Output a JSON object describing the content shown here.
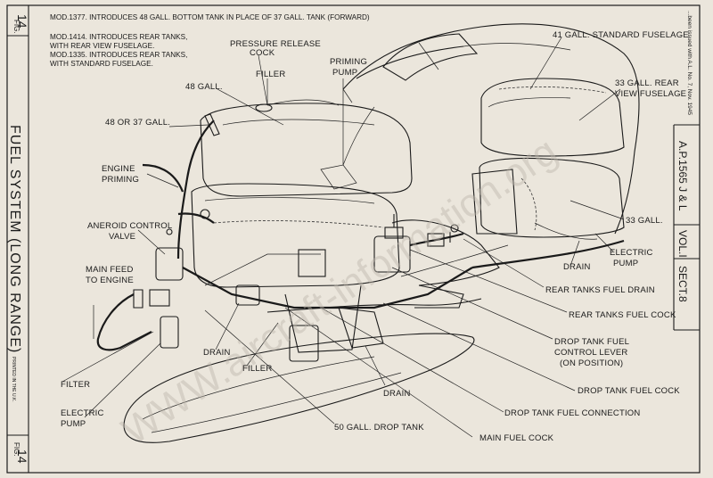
{
  "figure_id_top": {
    "fig": "FIG.",
    "num": "14"
  },
  "figure_id_bottom": {
    "fig": "FIG.",
    "num": "14"
  },
  "modification_notes": [
    "MOD.1377. INTRODUCES 48 GALL. BOTTOM TANK IN PLACE OF 37 GALL. TANK (FORWARD)",
    "MOD.1414. INTRODUCES REAR TANKS,",
    "WITH REAR VIEW FUSELAGE.",
    "MOD.1335. INTRODUCES REAR TANKS,",
    "WITH STANDARD FUSELAGE."
  ],
  "title": "FUEL SYSTEM (LONG RANGE)",
  "side_reference": {
    "vol": "VOL.I",
    "sect": "SECT.8",
    "publication": "A.P.1565 J & L"
  },
  "amendment_stamp": {
    "line1": "...been issued with A.L. No. 7, Nov. 1945"
  },
  "labels": {
    "pressure_release_cock": [
      "PRESSURE RELEASE",
      "COCK"
    ],
    "filler_top": "FILLER",
    "priming_pump": [
      "PRIMING",
      "PUMP"
    ],
    "tank_48": "48 GALL.",
    "tank_48_or_37": "48 OR 37 GALL.",
    "engine_priming": [
      "ENGINE",
      "PRIMING"
    ],
    "aneroid_control_valve": [
      "ANEROID CONTROL",
      "VALVE"
    ],
    "main_feed": [
      "MAIN FEED",
      "TO ENGINE"
    ],
    "filter": "FILTER",
    "electric_pump_left": [
      "ELECTRIC",
      "PUMP"
    ],
    "drain_1": "DRAIN",
    "filler_bottom": "FILLER",
    "drain_2": "DRAIN",
    "drop_tank_50": "50 GALL. DROP TANK",
    "main_fuel_cock": "MAIN FUEL COCK",
    "drop_tank_fuel_connection": "DROP TANK FUEL CONNECTION",
    "drop_tank_fuel_cock": "DROP TANK FUEL COCK",
    "drop_tank_fuel_control_lever": [
      "DROP TANK FUEL",
      "CONTROL LEVER",
      "(ON POSITION)"
    ],
    "rear_tanks_fuel_cock": "REAR TANKS FUEL COCK",
    "rear_tanks_fuel_drain": "REAR TANKS FUEL DRAIN",
    "drain_rear": "DRAIN",
    "electric_pump_right": [
      "ELECTRIC",
      "PUMP"
    ],
    "tank_33": "33 GALL.",
    "tank_33_rear_view": [
      "33 GALL. REAR",
      "VIEW FUSELAGE"
    ],
    "tank_41_standard": "41 GALL. STANDARD FUSELAGE"
  },
  "watermark": "WWW.aircraft-information.org",
  "print_note": "PRINTED IN THE U.K."
}
